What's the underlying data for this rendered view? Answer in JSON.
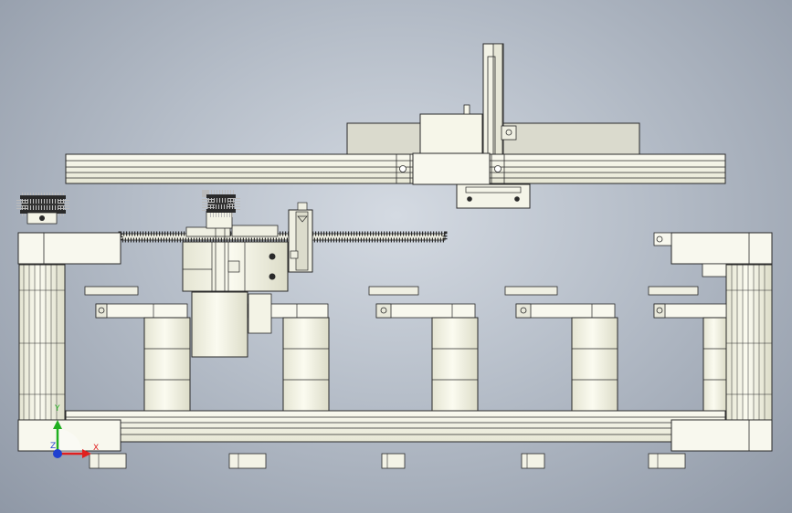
{
  "triad": {
    "x_label": "X",
    "y_label": "Y",
    "z_label": "Z",
    "x_color": "#e02020",
    "y_color": "#20b020",
    "z_color": "#2040d0"
  },
  "colors": {
    "part_fill": "#f6f6e6",
    "part_shade": "#e2e2cf",
    "edge": "#2a2a2a",
    "plate": "#d9d9cc",
    "gear_dark": "#333333"
  },
  "columns": {
    "count": 5
  }
}
